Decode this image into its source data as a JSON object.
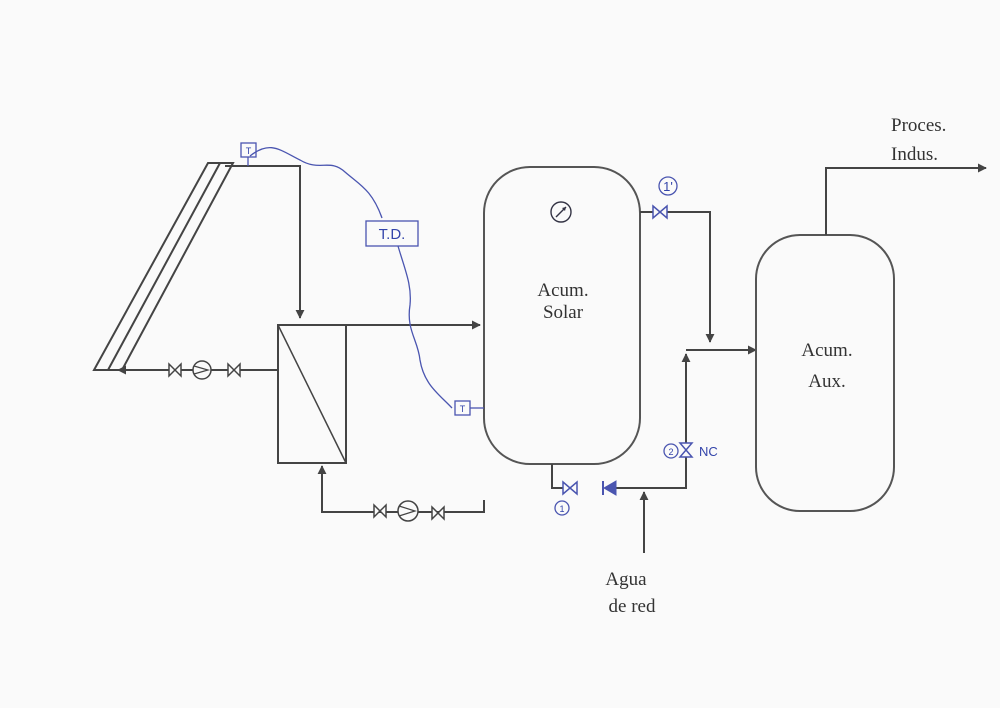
{
  "header_text": "",
  "colors": {
    "pipe": "#444444",
    "control": "#4a55b0",
    "background": "#fafafa"
  },
  "tanks": {
    "solar": {
      "line1": "Acum.",
      "line2": "Solar"
    },
    "aux": {
      "line1": "Acum.",
      "line2": "Aux."
    }
  },
  "labels": {
    "process_line1": "Proces.",
    "process_line2": "Indus.",
    "mains_line1": "Agua",
    "mains_line2": "de red",
    "controller": "T.D.",
    "valve_nc": "NC",
    "valve_1": "1",
    "valve_1prime": "1'",
    "valve_2": "2",
    "sensor_t": "T"
  },
  "icons": {
    "collector": "solar-collector-icon",
    "heat_exchanger": "heat-exchanger-icon",
    "pump": "pump-icon",
    "valve": "valve-icon",
    "check_valve": "check-valve-icon",
    "thermometer": "thermometer-icon",
    "sensor": "temperature-sensor-icon"
  }
}
